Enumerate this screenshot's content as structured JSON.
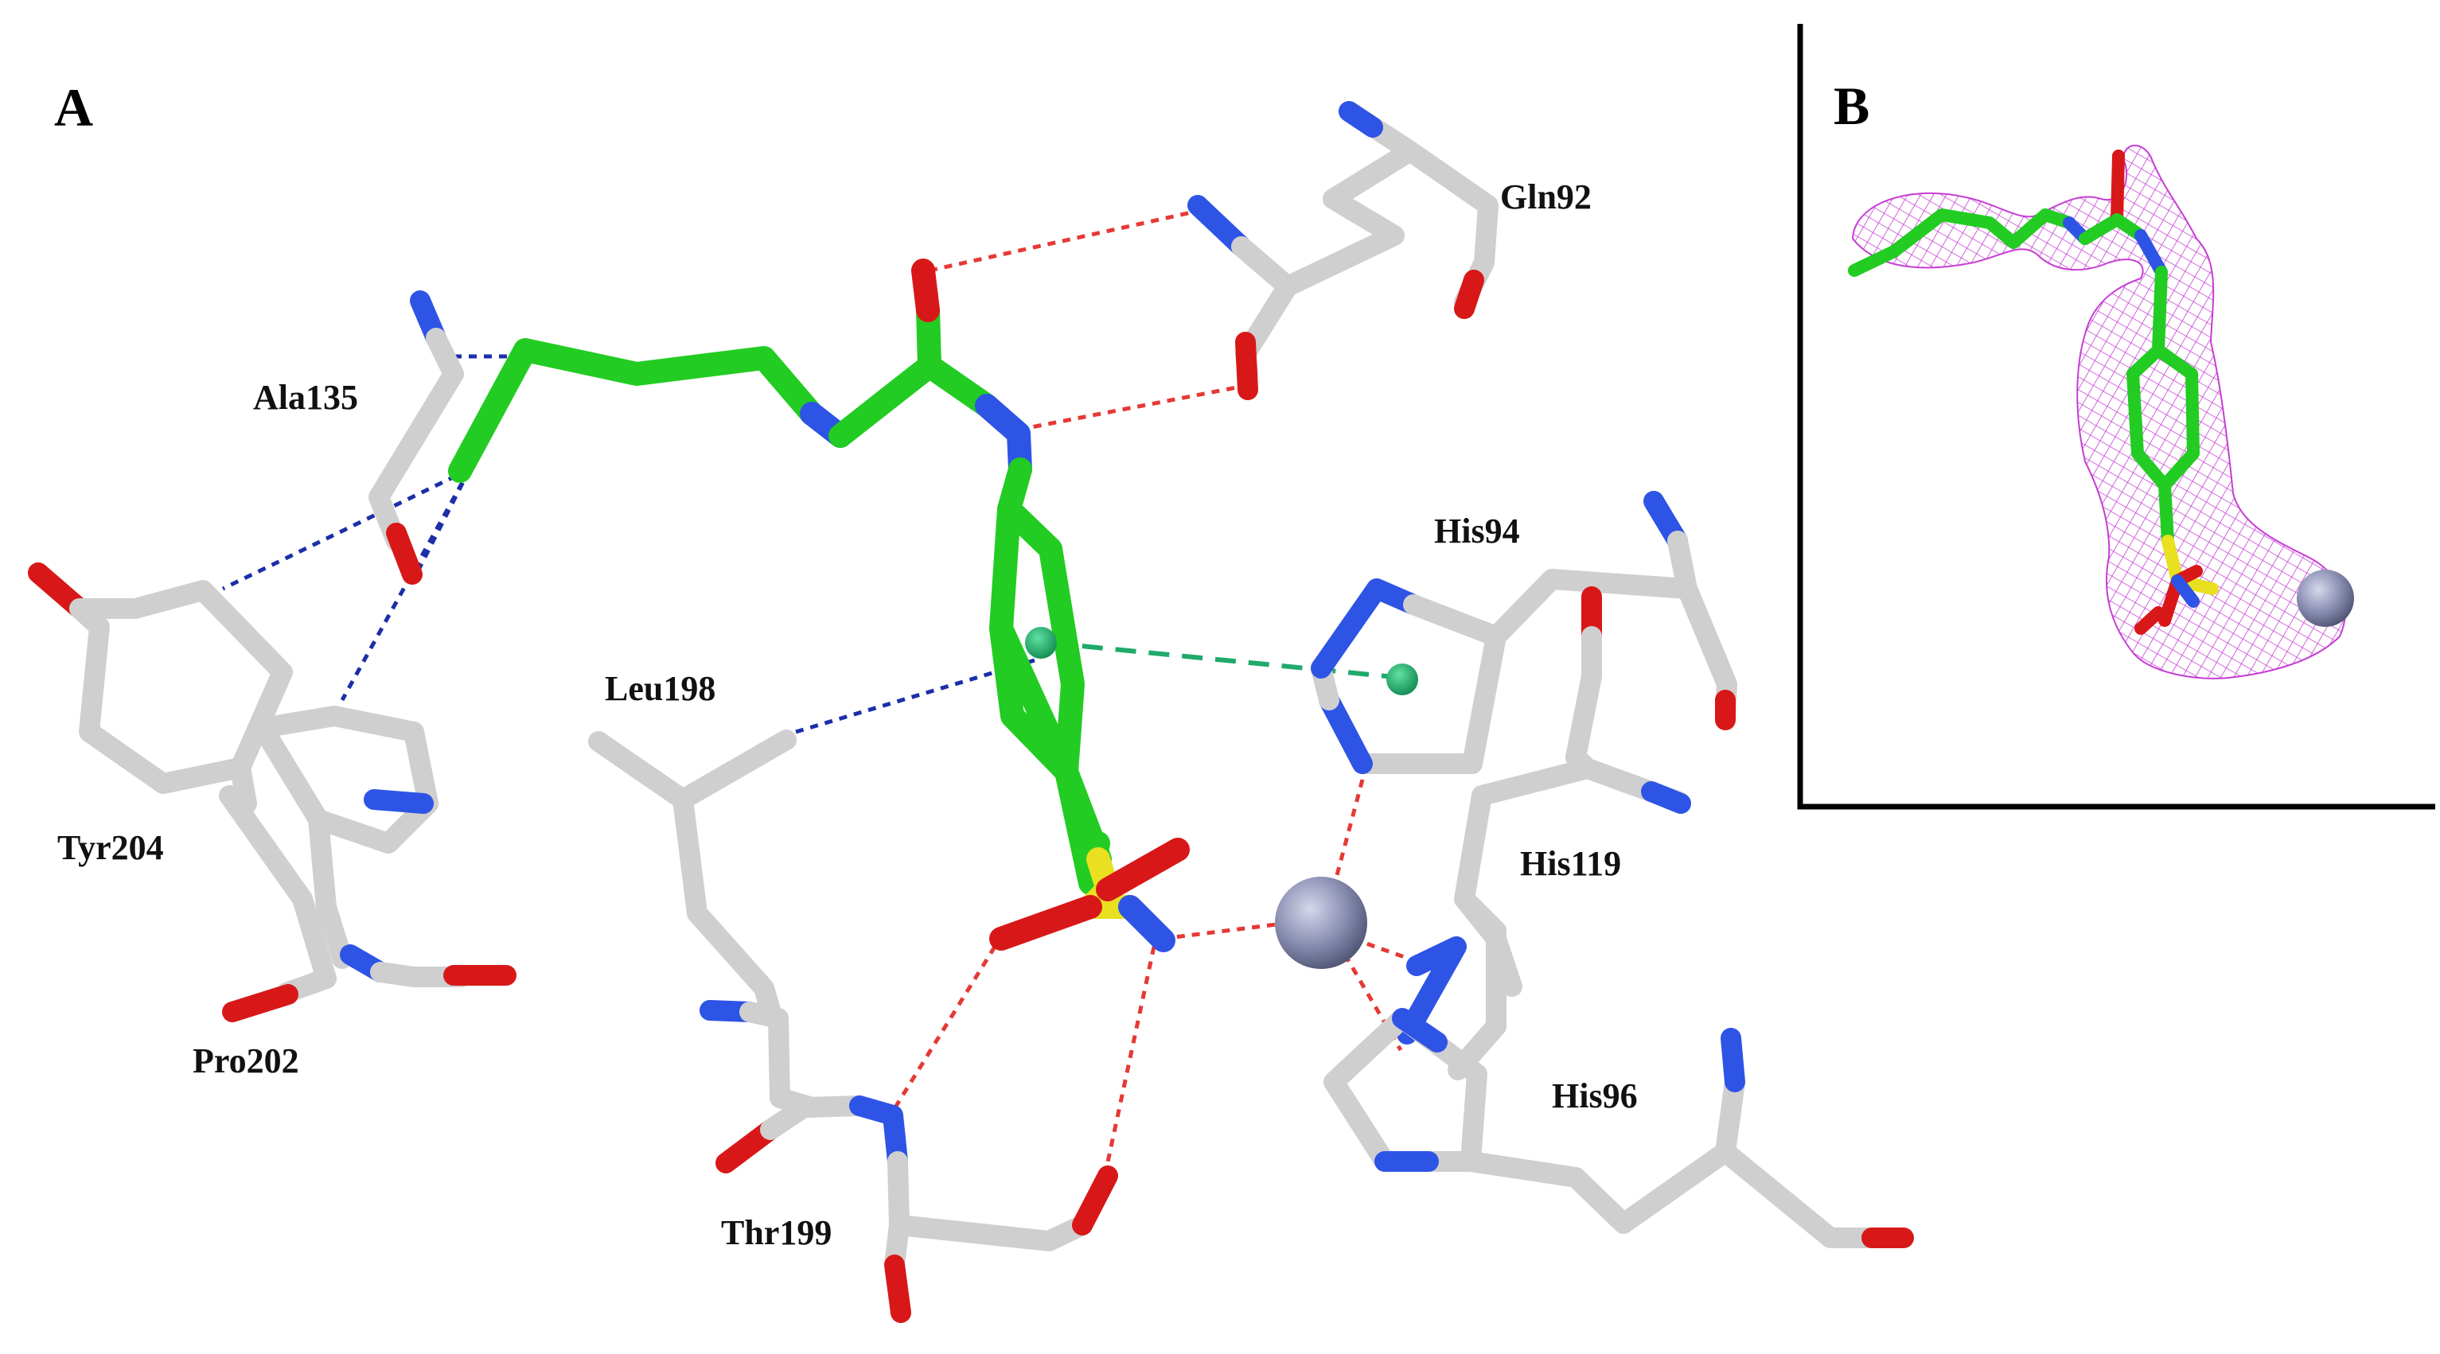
{
  "panels": {
    "a": {
      "label": "A"
    },
    "b": {
      "label": "B"
    }
  },
  "residues": {
    "gln92": "Gln92",
    "ala135": "Ala135",
    "his94": "His94",
    "leu198": "Leu198",
    "tyr204": "Tyr204",
    "his119": "His119",
    "pro202": "Pro202",
    "his96": "His96",
    "thr199": "Thr199"
  },
  "colors": {
    "carbon_protein": "#d9d9d9",
    "carbon_ligand": "#22cc22",
    "nitrogen": "#2e54e6",
    "oxygen": "#d81818",
    "sulfur": "#e8e020",
    "zinc": "#8b8fb2",
    "hbond_red": "#e53935",
    "hbond_blue": "#1c2ea8",
    "pi_stack_green": "#1faa6b",
    "density_mesh": "#c02ad0"
  }
}
